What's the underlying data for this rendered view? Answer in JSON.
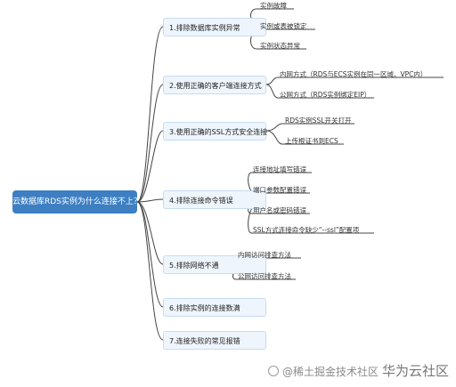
{
  "root": {
    "label": "云数据库RDS实例为什么连接不上？"
  },
  "branches": [
    {
      "label": "1.排除数据库实例异常",
      "leaves": [
        "实例故障",
        "实例或表被锁定",
        "实例状态异常"
      ]
    },
    {
      "label": "2.使用正确的客户端连接方式",
      "leaves": [
        "内网方式（RDS与ECS实例在同一区域、VPC内）",
        "公网方式（RDS实例绑定EIP）"
      ]
    },
    {
      "label": "3.使用正确的SSL方式安全连接",
      "leaves": [
        "RDS实例SSL开关打开",
        "上传根证书到ECS"
      ]
    },
    {
      "label": "4.排除连接命令错误",
      "leaves": [
        "连接地址填写错误",
        "端口参数配置错误",
        "用户名或密码错误",
        "SSL方式连接命令缺少“--ssl”配置项"
      ]
    },
    {
      "label": "5.排除网络不通",
      "leaves": [
        "内网访问排查方法",
        "公网访问排查方法"
      ]
    },
    {
      "label": "6.排除实例的连接数满",
      "leaves": []
    },
    {
      "label": "7.连接失败的常见报错",
      "leaves": []
    }
  ],
  "watermark": {
    "left": "@稀土掘金技术社区",
    "brand": "华为云社区"
  },
  "colors": {
    "root_fill": "#3d7fc2",
    "branch_fill": "#eef5fc",
    "branch_border": "#c7dcef",
    "line": "#444444"
  }
}
